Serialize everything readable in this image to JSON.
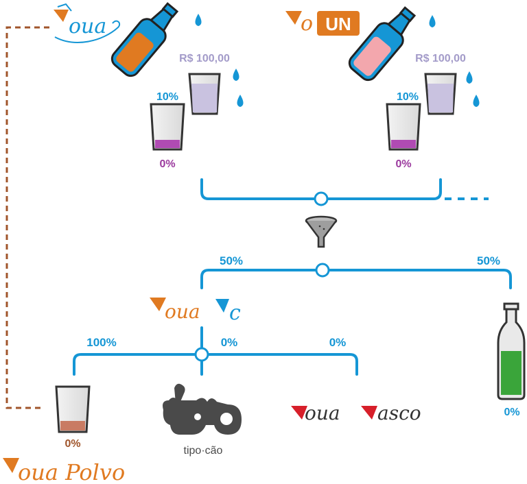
{
  "colors": {
    "blue": "#1596d5",
    "brown": "#a0552b",
    "orange": "#e07a21",
    "purple_label": "#a39bc9",
    "magenta": "#9b3a9e",
    "red": "#d71f2a",
    "green": "#3aa53a",
    "grey": "#4a4a4a"
  },
  "brands": {
    "voua": "oua",
    "voun": "UN",
    "vouac_main": "oua",
    "vouac_suffix": "c",
    "voua_vasco_1": "oua",
    "voua_vasco_2": "asco",
    "voua_polvo": "oua Polvo",
    "tipo_cao": "tipo·cão"
  },
  "left_group": {
    "price": "R$ 100,00",
    "share_pct": "10%",
    "glass_pct": "0%"
  },
  "right_group": {
    "price": "R$ 100,00",
    "share_pct": "10%",
    "glass_pct": "0%"
  },
  "split_level_1": {
    "left_pct": "50%",
    "right_pct": "50%",
    "right_bottle_pct": "0%"
  },
  "split_level_2": {
    "left_pct": "100%",
    "mid_pct": "0%",
    "right_pct": "0%",
    "polvo_glass_pct": "0%"
  },
  "icons": [
    "bottle-icon",
    "glass-icon",
    "drop-icon",
    "funnel-icon",
    "dog-bone-icon"
  ]
}
